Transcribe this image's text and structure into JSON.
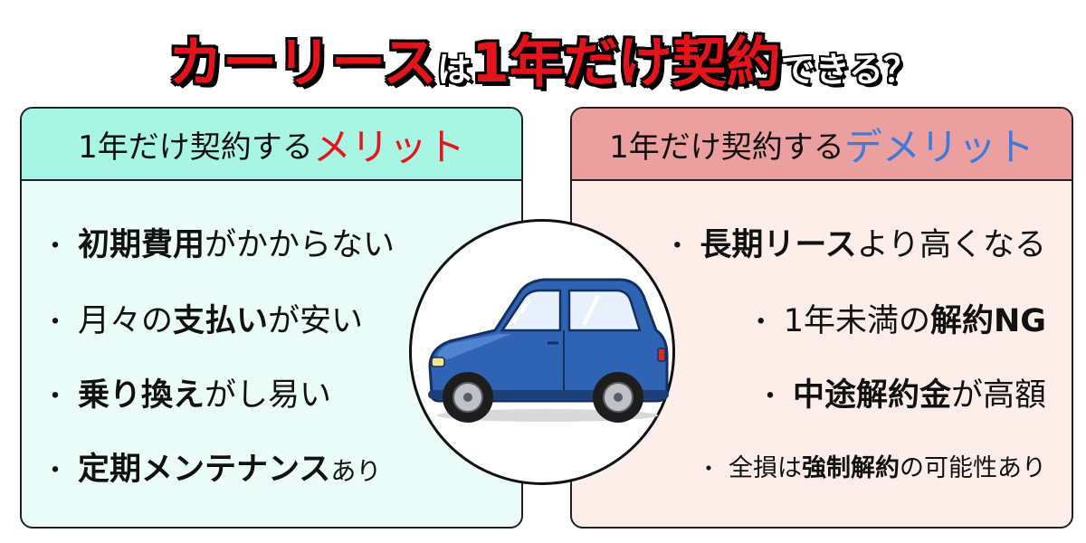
{
  "title": {
    "part1": "カーリース",
    "part2": "は",
    "part3": "1年だけ契約",
    "part4": "できる？"
  },
  "merit": {
    "heading_prefix": "1年だけ契約する",
    "heading_accent": "メリット",
    "items": [
      {
        "bold": "初期費用",
        "rest": "がかからない"
      },
      {
        "pre": "月々の",
        "bold": "支払い",
        "rest": "が安い"
      },
      {
        "bold": "乗り換え",
        "rest": "がし易い"
      },
      {
        "bold": "定期メンテナンス",
        "rest": "あり"
      }
    ]
  },
  "demerit": {
    "heading_prefix": "1年だけ契約する",
    "heading_accent": "デメリット",
    "items": [
      {
        "bold": "長期リース",
        "rest": "より高くなる"
      },
      {
        "pre": "1年未満の",
        "bold": "解約NG"
      },
      {
        "bold": "中途解約金",
        "rest": "が高額"
      },
      {
        "pre": "全損は",
        "bold": "強制解約",
        "rest": "の可能性あり"
      }
    ]
  },
  "bullet": "・",
  "colors": {
    "title_red": "#e5141b",
    "merit_header": "#a8f5e4",
    "merit_body": "#eafdf8",
    "demerit_header": "#ec9f9f",
    "demerit_body": "#feeee9",
    "car_body": "#2f63b4",
    "accent_blue": "#3b7bd9"
  },
  "illustration": {
    "icon": "car-icon"
  }
}
